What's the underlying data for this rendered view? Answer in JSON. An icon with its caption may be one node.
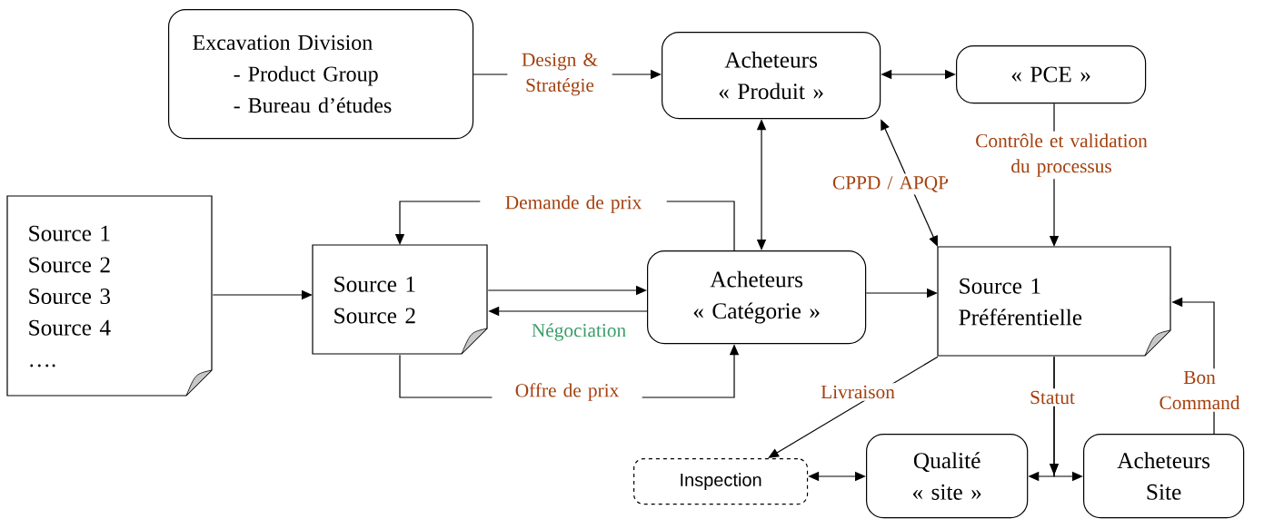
{
  "diagram": {
    "nodes": [
      {
        "text": [
          "Excavation Division",
          "- Product Group",
          "- Bureau d’études"
        ]
      },
      {
        "text": [
          "Acheteurs",
          "« Produit »"
        ]
      },
      {
        "text": [
          "« PCE »"
        ]
      },
      {
        "text": [
          "Source 1",
          "Source 2",
          "Source 3",
          "Source 4",
          "…."
        ]
      },
      {
        "text": [
          "Source 1",
          "Source 2"
        ]
      },
      {
        "text": [
          "Acheteurs",
          "« Catégorie »"
        ]
      },
      {
        "text": [
          "Source 1",
          "Préférentielle"
        ]
      },
      {
        "text": [
          "Inspection"
        ]
      },
      {
        "text": [
          "Qualité",
          "« site »"
        ]
      },
      {
        "text": [
          "Acheteurs",
          "Site"
        ]
      }
    ],
    "edges": [
      {
        "from": 0,
        "to": 1,
        "arrow": "to",
        "label": "Design & Stratégie"
      },
      {
        "from": 1,
        "to": 2,
        "arrow": "both"
      },
      {
        "from": 1,
        "to": 5,
        "arrow": "both"
      },
      {
        "from": 6,
        "to": 1,
        "arrow": "both",
        "label": "CPPD / APQP"
      },
      {
        "from": 2,
        "to": 6,
        "arrow": "to",
        "label": "Contrôle et validation du processus"
      },
      {
        "from": 3,
        "to": 4,
        "arrow": "to"
      },
      {
        "from": 5,
        "to": 4,
        "arrow": "to",
        "label": "Demande de prix"
      },
      {
        "from": 4,
        "to": 5,
        "arrow": "to"
      },
      {
        "from": 5,
        "to": 4,
        "arrow": "to",
        "label": "Négociation"
      },
      {
        "from": 4,
        "to": 5,
        "arrow": "to",
        "label": "Offre de prix"
      },
      {
        "from": 5,
        "to": 6,
        "arrow": "to"
      },
      {
        "from": 6,
        "to": 7,
        "arrow": "to",
        "label": "Livraison"
      },
      {
        "from": 7,
        "to": 8,
        "arrow": "both"
      },
      {
        "from": 6,
        "to": 8,
        "arrow": "to",
        "label": "Statut"
      },
      {
        "from": 6,
        "to": 9,
        "arrow": "to"
      },
      {
        "from": 9,
        "to": 6,
        "arrow": "to",
        "label": "Bon Command"
      }
    ]
  }
}
